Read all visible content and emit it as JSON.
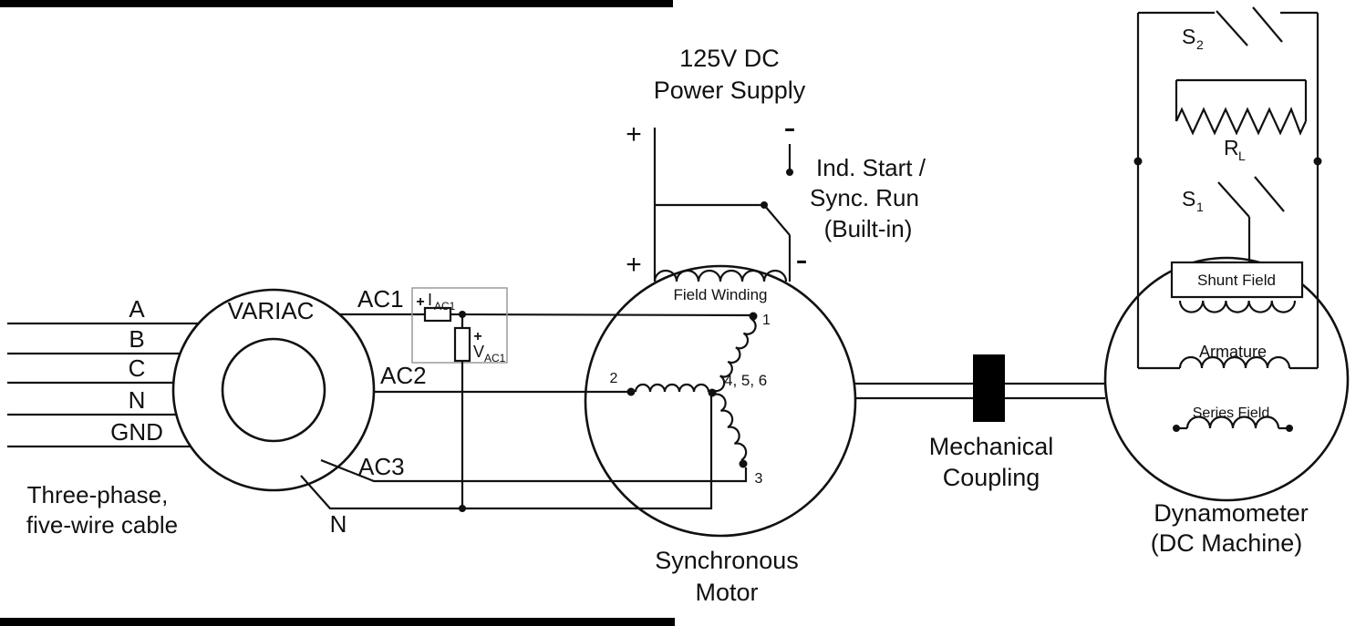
{
  "diagram": {
    "cable": {
      "wire_a": "A",
      "wire_b": "B",
      "wire_c": "C",
      "wire_n": "N",
      "wire_gnd": "GND",
      "caption1": "Three-phase,",
      "caption2": "five-wire cable"
    },
    "variac": {
      "title": "VARIAC",
      "ac1": "AC1",
      "ac2": "AC2",
      "ac3": "AC3",
      "n": "N"
    },
    "meters": {
      "ammeter_plus": "+",
      "ammeter_symbol": "I",
      "ammeter_sub": "AC1",
      "voltmeter_plus": "+",
      "voltmeter_symbol": "V",
      "voltmeter_sub": "AC1"
    },
    "dc_supply": {
      "title1": "125V DC",
      "title2": "Power Supply",
      "plus_top": "+",
      "minus_top": "-",
      "plus_field": "+",
      "minus_field": "-",
      "switch1": "Ind. Start /",
      "switch2": "Sync. Run",
      "switch3": "(Built-in)"
    },
    "motor": {
      "field_winding": "Field Winding",
      "t1": "1",
      "t2": "2",
      "t3": "3",
      "star": "4, 5, 6",
      "caption1": "Synchronous",
      "caption2": "Motor"
    },
    "coupling": {
      "caption1": "Mechanical",
      "caption2": "Coupling"
    },
    "dyno": {
      "s2": "S",
      "s2_sub": "2",
      "rl": "R",
      "rl_sub": "L",
      "s1": "S",
      "s1_sub": "1",
      "shunt_field": "Shunt Field",
      "armature": "Armature",
      "series_field": "Series Field",
      "caption1": "Dynamometer",
      "caption2": "(DC Machine)"
    }
  }
}
